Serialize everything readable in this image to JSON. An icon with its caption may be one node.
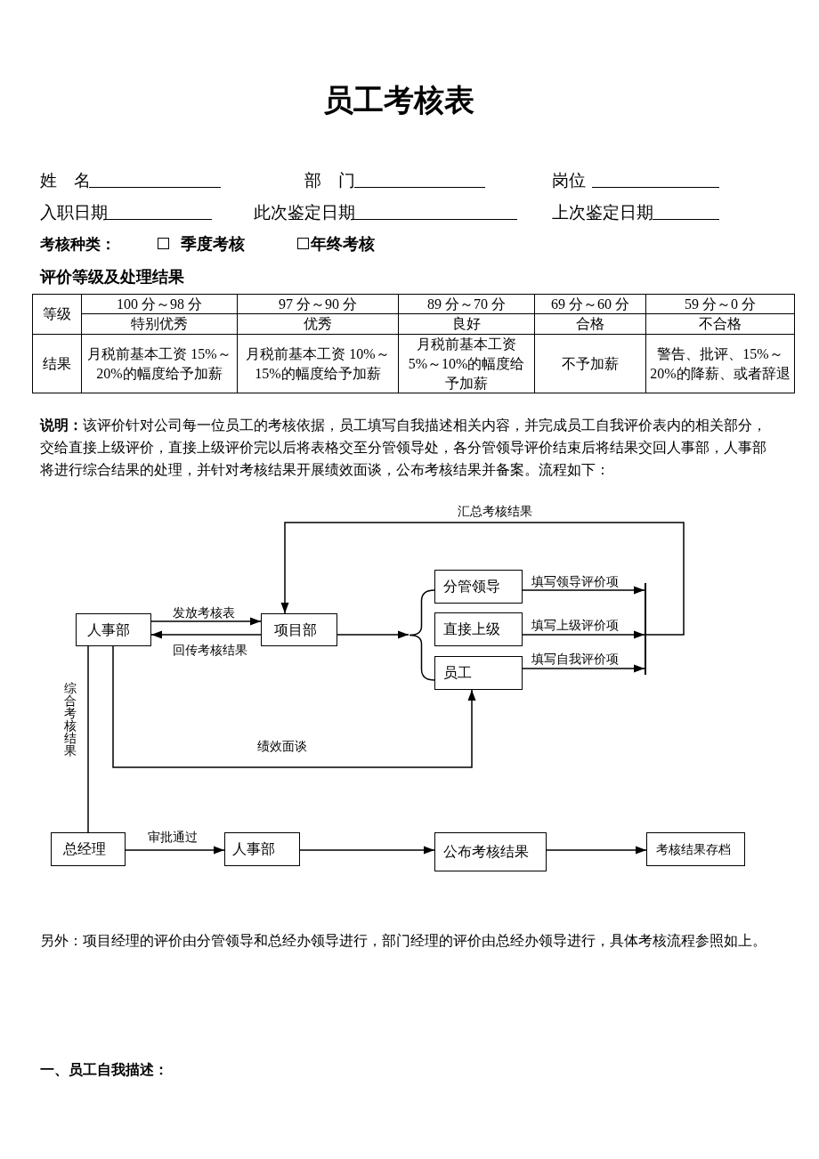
{
  "diagram": {
    "title": "员工考核表",
    "nodes": [
      {
        "text": [
          "人事部"
        ]
      },
      {
        "text": [
          "项目部"
        ]
      },
      {
        "text": [],
        "shape": "brace"
      },
      {
        "text": [
          "分管领导"
        ]
      },
      {
        "text": [
          "直接上级"
        ]
      },
      {
        "text": [
          "员工"
        ]
      },
      {
        "text": [],
        "shape": "bar"
      },
      {
        "text": [
          "总经理"
        ]
      },
      {
        "text": [
          "人事部"
        ]
      },
      {
        "text": [
          "公布考核结果"
        ]
      },
      {
        "text": [
          "考核结果存档"
        ]
      }
    ],
    "edges": [
      {
        "from": 0,
        "to": 1,
        "arrow": "to",
        "label": "发放考核表"
      },
      {
        "from": 1,
        "to": 0,
        "arrow": "to",
        "label": "回传考核结果"
      },
      {
        "from": 1,
        "to": 2,
        "arrow": "to"
      },
      {
        "from": 3,
        "to": 6,
        "arrow": "to",
        "label": "填写领导评价项"
      },
      {
        "from": 4,
        "to": 6,
        "arrow": "to",
        "label": "填写上级评价项"
      },
      {
        "from": 5,
        "to": 6,
        "arrow": "to",
        "label": "填写自我评价项"
      },
      {
        "from": 6,
        "to": 1,
        "arrow": "to",
        "label": "汇总考核结果"
      },
      {
        "from": 0,
        "to": 5,
        "arrow": "to",
        "label": "绩效面谈"
      },
      {
        "from": 0,
        "to": 7,
        "arrow": "none",
        "label": "综合考核结果"
      },
      {
        "from": 7,
        "to": 8,
        "arrow": "to",
        "label": "审批通过"
      },
      {
        "from": 8,
        "to": 9,
        "arrow": "to"
      },
      {
        "from": 9,
        "to": 10,
        "arrow": "to"
      }
    ],
    "labels": [
      "姓　名",
      "部　门",
      "岗位",
      "入职日期",
      "此次鉴定日期",
      "上次鉴定日期",
      "考核种类：",
      "季度考核",
      "年终考核",
      "评价等级及处理结果",
      "等级",
      "100 分～98 分",
      "97 分～90 分",
      "89 分～70 分",
      "69 分～60 分",
      "59 分～0 分",
      "特别优秀",
      "优秀",
      "良好",
      "合格",
      "不合格",
      "结果",
      "月税前基本工资 15%～20%的幅度给予加薪",
      "月税前基本工资 10%～15%的幅度给予加薪",
      "月税前基本工资5%～10%的幅度给予加薪",
      "不予加薪",
      "警告、批评、15%～20%的降薪、或者辞退",
      "**说明：**该评价针对公司每一位员工的考核依据，员工填写自我描述相关内容，并完成员工自我评价表内的相关部分，交给直接上级评价，直接上级评价完以后将表格交至分管领导处，各分管领导评价结束后将结果交回人事部，人事部将进行综合结果的处理，并针对考核结果开展绩效面谈，公布考核结果并备案。流程如下：",
      "另外：项目经理的评价由分管领导和总经办领导进行，部门经理的评价由总经办领导进行，具体考核流程参照如上。",
      "一、员工自我描述："
    ]
  }
}
